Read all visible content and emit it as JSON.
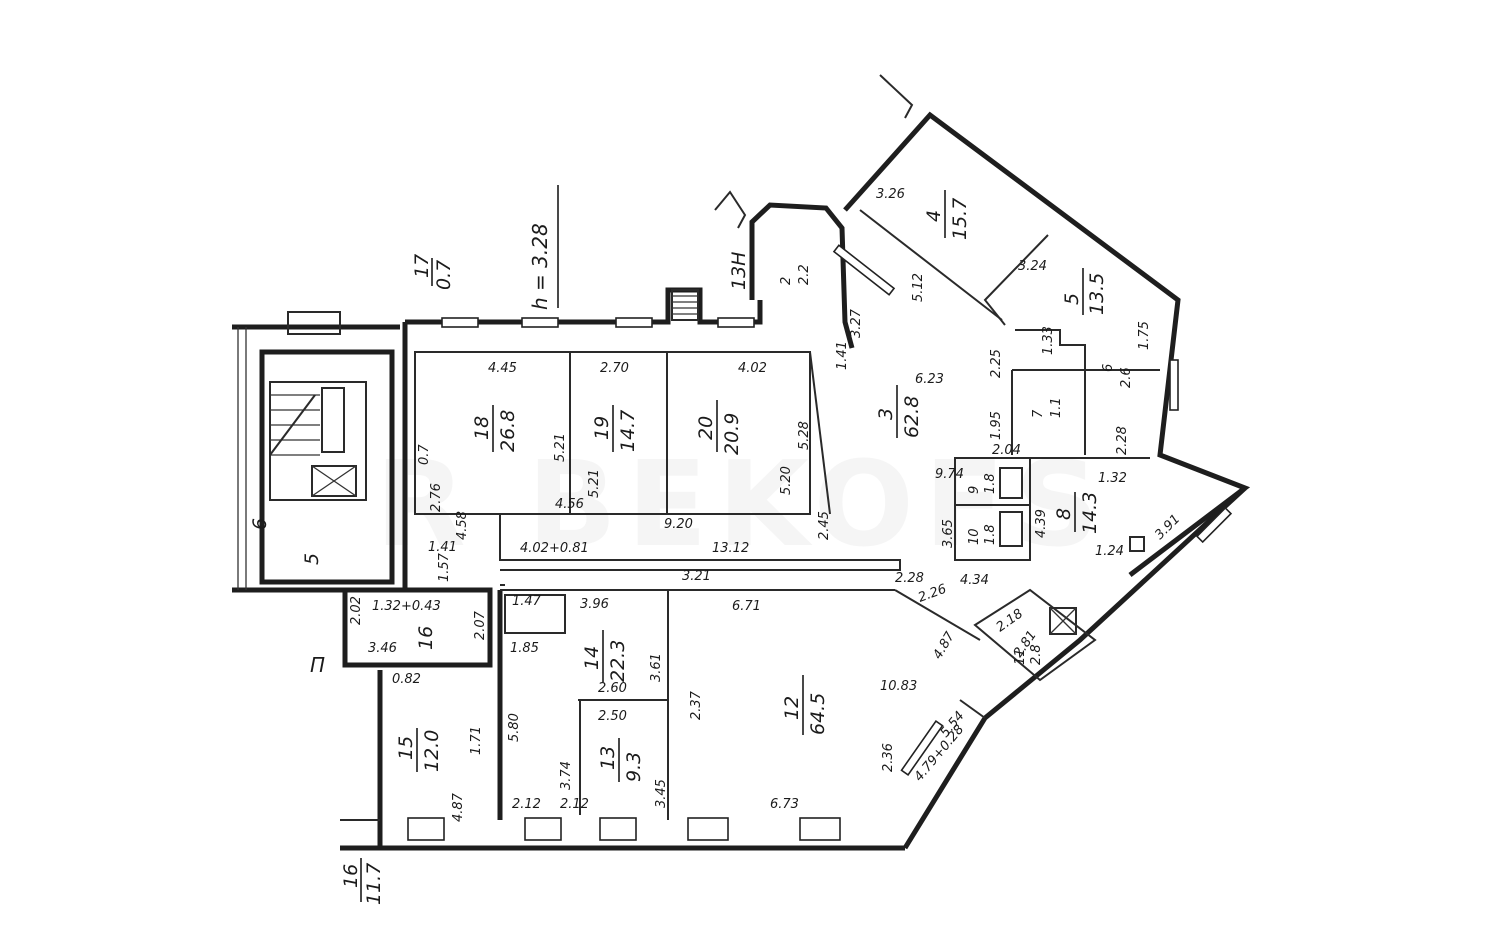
{
  "watermark": "R BEKOFS",
  "height_label": "h = 3.28",
  "label_13h": "13H",
  "label_pi": "П",
  "outside_units": [
    {
      "num": "17",
      "area": "0.7"
    },
    {
      "num": "16",
      "area": "11.7"
    }
  ],
  "stair": {
    "left": "6",
    "right": "5"
  },
  "rooms": [
    {
      "id": "18",
      "num": "18",
      "area": "26.8"
    },
    {
      "id": "19",
      "num": "19",
      "area": "14.7"
    },
    {
      "id": "20",
      "num": "20",
      "area": "20.9"
    },
    {
      "id": "3",
      "num": "3",
      "area": "62.8"
    },
    {
      "id": "4",
      "num": "4",
      "area": "15.7"
    },
    {
      "id": "5",
      "num": "5",
      "area": "13.5"
    },
    {
      "id": "6b",
      "num": "6",
      "area": "2.6"
    },
    {
      "id": "7",
      "num": "7",
      "area": "1.1"
    },
    {
      "id": "8",
      "num": "8",
      "area": "14.3"
    },
    {
      "id": "9",
      "num": "9",
      "area": "1.8"
    },
    {
      "id": "10",
      "num": "10",
      "area": "1.8"
    },
    {
      "id": "11",
      "num": "11",
      "area": "2.8"
    },
    {
      "id": "12",
      "num": "12",
      "area": "64.5"
    },
    {
      "id": "13",
      "num": "13",
      "area": "9.3"
    },
    {
      "id": "14",
      "num": "14",
      "area": "22.3"
    },
    {
      "id": "15",
      "num": "15",
      "area": "12.0"
    },
    {
      "id": "16",
      "num": "16",
      "area": ""
    },
    {
      "id": "2",
      "num": "2",
      "area": "2.2"
    }
  ],
  "dimensions": {
    "d1": "4.45",
    "d2": "2.70",
    "d3": "4.02",
    "d4": "5.21",
    "d5": "5.21",
    "d6": "5.28",
    "d7": "5.20",
    "d8": "2.76",
    "d9": "4.58",
    "d10": "1.41",
    "d11": "4.02+0.81",
    "d12": "13.12",
    "d13": "2.45",
    "d14": "9.20",
    "d15": "4.56",
    "d16": "6.23",
    "d17": "2.25",
    "d18": "1.95",
    "d19": "2.04",
    "d20": "3.65",
    "d21": "4.39",
    "d22": "3.27",
    "d23": "3.26",
    "d24": "3.24",
    "d25": "5.12",
    "d26": "1.33",
    "d27": "1.75",
    "d28": "2.28",
    "d29": "3.91",
    "d30": "9.74",
    "d31": "6.71",
    "d32": "3.96",
    "d33": "1.47",
    "d34": "3.61",
    "d35": "1.85",
    "d36": "2.37",
    "d37": "10.83",
    "d38": "2.36",
    "d39": "5.54",
    "d40": "4.79+0.28",
    "d41": "6.73",
    "d42": "3.45",
    "d43": "2.12",
    "d44": "2.12",
    "d45": "3.74",
    "d46": "5.80",
    "d47": "2.60",
    "d48": "2.50",
    "d49": "4.87",
    "d50": "2.02",
    "d51": "2.07",
    "d52": "1.32+0.43",
    "d53": "3.46",
    "d54": "0.82",
    "d55": "1.71",
    "d56": "4.87",
    "d57": "2.26",
    "d58": "2.18",
    "d59": "2.81",
    "d60": "4.34",
    "d61": "1.32",
    "d62": "1.24",
    "d63": "0.7",
    "d64": "1.41",
    "d65": "2.28",
    "d66": "3.21",
    "d67": "1.57"
  }
}
